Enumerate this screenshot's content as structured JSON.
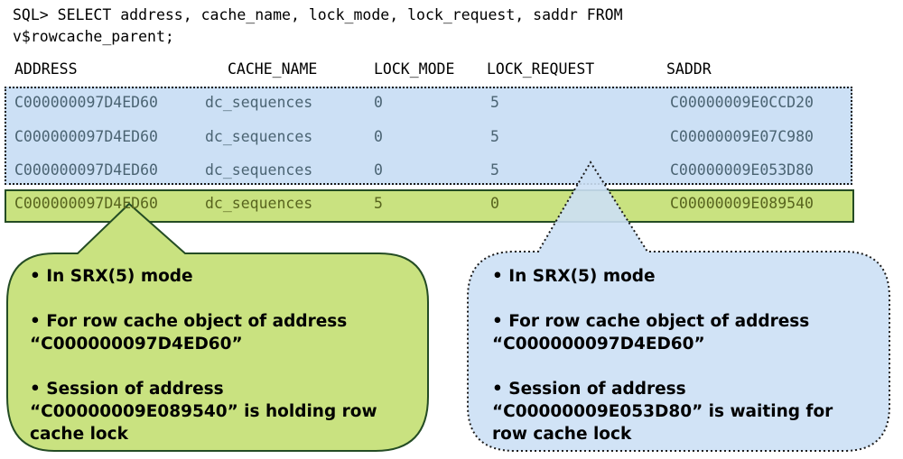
{
  "sql": {
    "line1": "SQL> SELECT address, cache_name, lock_mode, lock_request, saddr FROM",
    "line2": "v$rowcache_parent;"
  },
  "columns": [
    "ADDRESS",
    "CACHE_NAME",
    "LOCK_MODE",
    "LOCK_REQUEST",
    "SADDR"
  ],
  "rows": [
    {
      "address": "C000000097D4ED60",
      "cache_name": "dc_sequences",
      "lock_mode": "0",
      "lock_request": "5",
      "saddr": "C00000009E0CCD20"
    },
    {
      "address": "C000000097D4ED60",
      "cache_name": "dc_sequences",
      "lock_mode": "0",
      "lock_request": "5",
      "saddr": "C00000009E07C980"
    },
    {
      "address": "C000000097D4ED60",
      "cache_name": "dc_sequences",
      "lock_mode": "0",
      "lock_request": "5",
      "saddr": "C00000009E053D80"
    },
    {
      "address": "C000000097D4ED60",
      "cache_name": "dc_sequences",
      "lock_mode": "5",
      "lock_request": "0",
      "saddr": "C00000009E089540"
    }
  ],
  "callout_left": {
    "bullet1": "• In SRX(5) mode",
    "bullet2": "• For row cache object of address “C000000097D4ED60”",
    "bullet3": "• Session of address “C00000009E089540” is holding row cache lock"
  },
  "callout_right": {
    "bullet1": "• In SRX(5) mode",
    "bullet2": "• For row cache object of address “C000000097D4ED60”",
    "bullet3": "• Session of address “C00000009E053D80” is waiting for row cache lock"
  },
  "colors": {
    "waiting_fill": "#cce0f5",
    "holding_fill": "#c9e280",
    "holding_border": "#244c24"
  }
}
